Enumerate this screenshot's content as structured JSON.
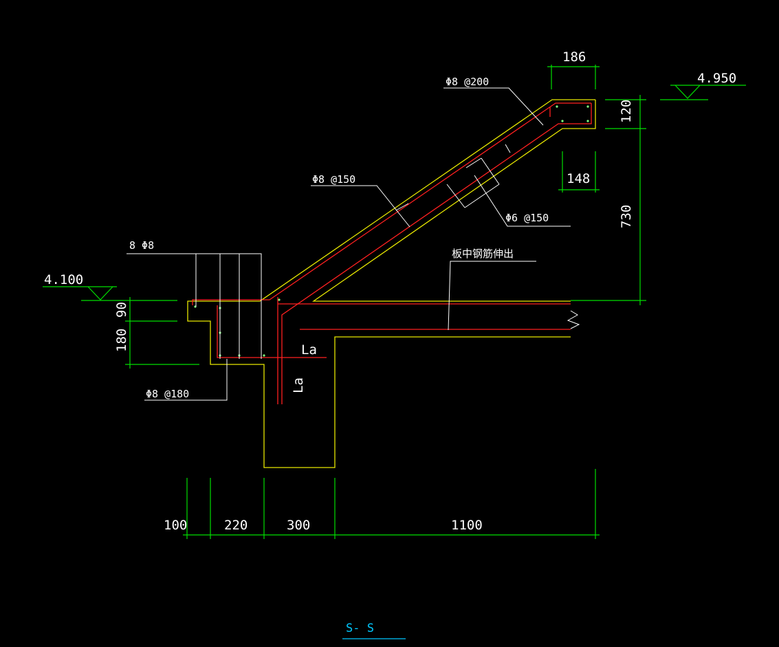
{
  "title": "S- S",
  "elevations": {
    "top": "4.950",
    "bottom": "4.100"
  },
  "dimensions": {
    "top_width": "186",
    "top_thickness": "120",
    "top_inner": "148",
    "rise": "730",
    "step_upper": "90",
    "step_lower": "180",
    "bottom_100": "100",
    "bottom_220": "220",
    "bottom_300": "300",
    "bottom_1100": "1100"
  },
  "rebar_labels": {
    "top_bar": "Φ8 @200",
    "slope_bar": "Φ8 @150",
    "dist_bar": "Φ6 @150",
    "step_bars": "8 Φ8",
    "step_stirrup": "Φ8 @180",
    "slab_extend": "板中钢筋伸出",
    "anchor_h": "La",
    "anchor_v": "La"
  },
  "colors": {
    "background": "#000000",
    "concrete_outline": "#e8e800",
    "rebar": "#ff2020",
    "dimension": "#00e000",
    "leader": "#ffffff",
    "title": "#00c8ff"
  }
}
